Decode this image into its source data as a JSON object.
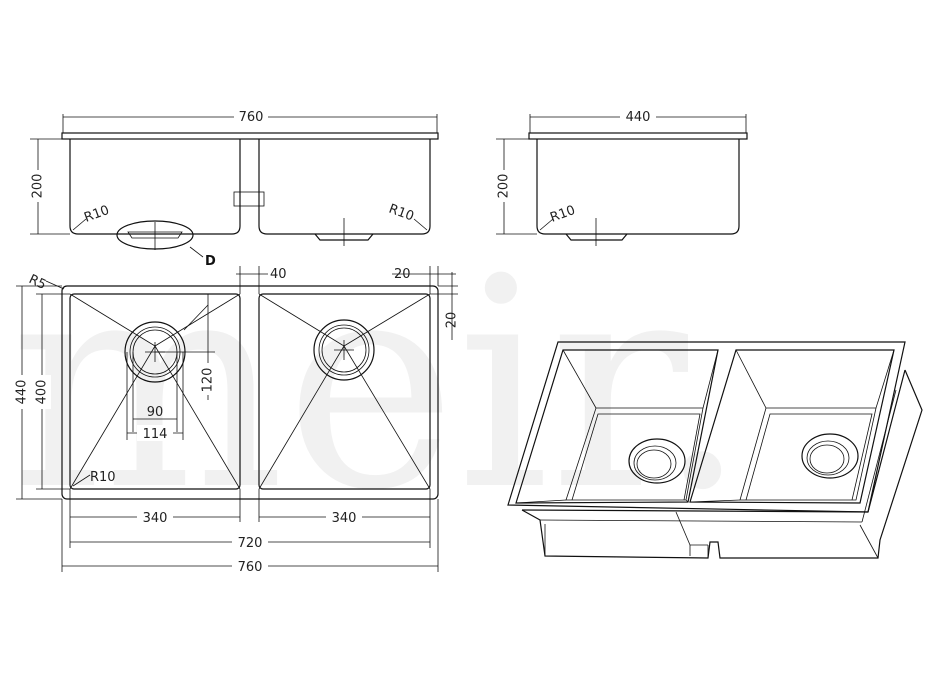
{
  "watermark": "meir.",
  "front_view": {
    "overall_width": "760",
    "height": "200",
    "radius_left": "R10",
    "radius_right": "R10",
    "callout_drain": "D"
  },
  "side_view": {
    "overall_width": "440",
    "height": "200",
    "radius": "R10"
  },
  "plan_view": {
    "corner_radius": "R5",
    "divider_width": "40",
    "edge_offset_top": "20",
    "edge_offset_side": "20",
    "overall_depth": "440",
    "bowl_depth": "400",
    "waste_offset": "120",
    "waste_inner_dia": "90",
    "waste_outer_dia": "114",
    "bowl_radius": "R10",
    "bowl_width_left": "340",
    "bowl_width_right": "340",
    "inner_width": "720",
    "overall_width": "760"
  }
}
